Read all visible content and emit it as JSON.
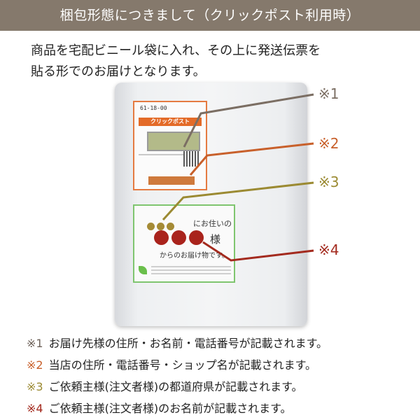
{
  "header": {
    "title": "梱包形態につきまして（クリックポスト利用時）"
  },
  "intro": {
    "line1": "商品を宅配ビニール袋に入れ、その上に発送伝票を",
    "line2": "貼る形でのお届けとなります。"
  },
  "slip": {
    "code": "61-18-00",
    "brand": "クリックポスト"
  },
  "label": {
    "prefix": "にお住いの",
    "honorific": "様",
    "from": "からのお届け物です。"
  },
  "marks": [
    {
      "text": "※1",
      "color": "#7b6e63"
    },
    {
      "text": "※2",
      "color": "#c8602b"
    },
    {
      "text": "※3",
      "color": "#9b8a32"
    },
    {
      "text": "※4",
      "color": "#a32a1e"
    }
  ],
  "notes": [
    {
      "mark": "※1",
      "text": "お届け先様の住所・お名前・電話番号が記載されます。",
      "color": "#6e625a"
    },
    {
      "mark": "※2",
      "text": "当店の住所・電話番号・ショップ名が記載されます。",
      "color": "#c8602b"
    },
    {
      "mark": "※3",
      "text": "ご依頼主様(注文者様)の都道府県が記載されます。",
      "color": "#9b8a32"
    },
    {
      "mark": "※4",
      "text": "ご依頼主様(注文者様)のお名前が記載されます。",
      "color": "#a32a1e"
    }
  ]
}
